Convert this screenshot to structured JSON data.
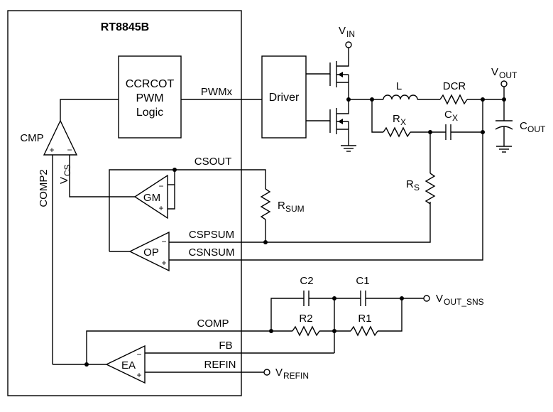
{
  "chip": {
    "name": "RT8845B"
  },
  "blocks": {
    "pwm_logic": [
      "CCRCOT",
      "PWM",
      "Logic"
    ],
    "driver": "Driver"
  },
  "amplifiers": {
    "cmp": "CMP",
    "gm": "GM",
    "op": "OP",
    "ea": "EA"
  },
  "signs": {
    "plus": "+",
    "minus": "−"
  },
  "nets": {
    "pwmx": "PWMx",
    "csout": "CSOUT",
    "cspsum": "CSPSUM",
    "csnsum": "CSNSUM",
    "comp": "COMP",
    "fb": "FB",
    "refin": "REFIN",
    "comp2": "COMP2",
    "vcs": {
      "main": "V",
      "sub": "CS"
    }
  },
  "components": {
    "inductor": "L",
    "dcr": "DCR",
    "rx": {
      "main": "R",
      "sub": "X"
    },
    "cx": {
      "main": "C",
      "sub": "X"
    },
    "rs": {
      "main": "R",
      "sub": "S"
    },
    "rsum": {
      "main": "R",
      "sub": "SUM"
    },
    "cout": {
      "main": "C",
      "sub": "OUT"
    },
    "c1": "C1",
    "c2": "C2",
    "r1": "R1",
    "r2": "R2"
  },
  "terminals": {
    "vin": {
      "main": "V",
      "sub": "IN"
    },
    "vout": {
      "main": "V",
      "sub": "OUT"
    },
    "vout_sns": {
      "main": "V",
      "sub": "OUT_SNS"
    },
    "vrefin": {
      "main": "V",
      "sub": "REFIN"
    }
  }
}
